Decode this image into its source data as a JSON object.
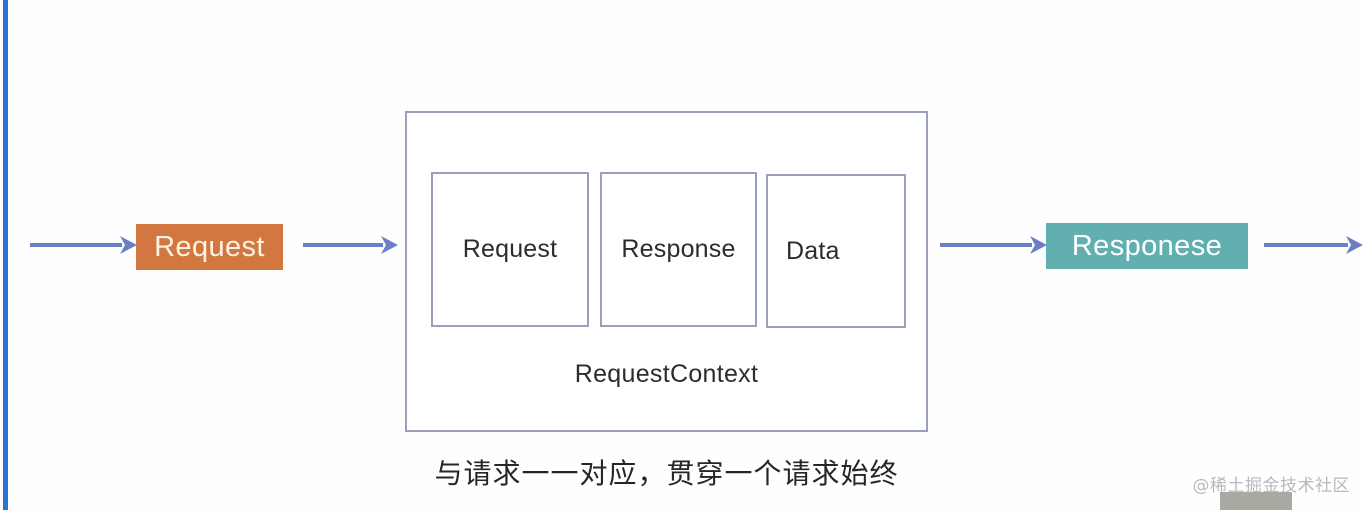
{
  "diagram": {
    "title": "Request / RequestContext / Responese flow",
    "background_color": "#fefefe",
    "accent_rail_color": "#2b6fd8",
    "arrow_color": "#6b7fc7",
    "border_color": "#9aa0bc"
  },
  "left_rail": {
    "name": "left-edge-blue-rail",
    "color": "#2b6fd8"
  },
  "nodes": {
    "request_pill": {
      "label": "Request",
      "fill": "#d1773f",
      "text_color": "#fdf3e4"
    },
    "responese_pill": {
      "label": "Responese",
      "fill": "#62afaf",
      "text_color": "#ffffff"
    }
  },
  "context": {
    "container_label": "RequestContext",
    "ghost_artifact": "",
    "inner_boxes": [
      {
        "label": "Request"
      },
      {
        "label": "Response"
      },
      {
        "label": "Data"
      }
    ]
  },
  "arrows": [
    {
      "name": "arrow-in-to-request",
      "direction": "right"
    },
    {
      "name": "arrow-request-to-context",
      "direction": "right"
    },
    {
      "name": "arrow-context-to-responese",
      "direction": "right"
    },
    {
      "name": "arrow-responese-out",
      "direction": "right"
    }
  ],
  "caption": {
    "text": "与请求一一对应，贯穿一个请求始终"
  },
  "watermark": {
    "text": "@稀土掘金技术社区",
    "color": "#b9b9b9"
  },
  "bottom_bar": {
    "name": "bottom-gray-bar",
    "color": "#a9a9a1"
  }
}
